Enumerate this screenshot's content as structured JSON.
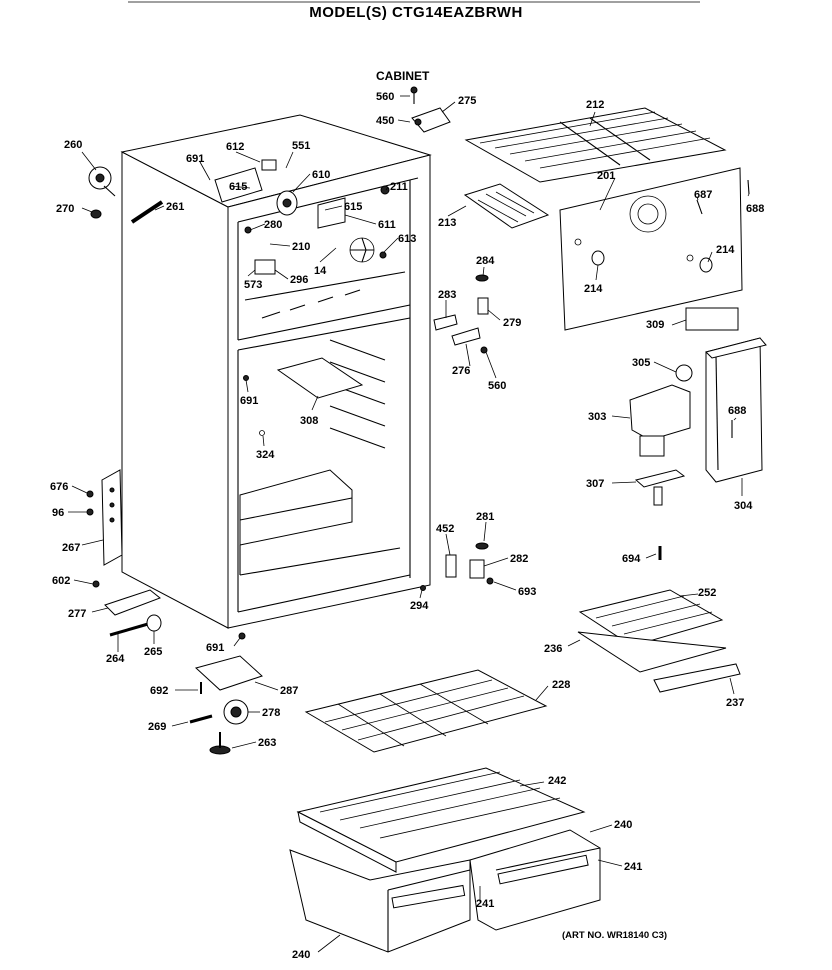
{
  "header": {
    "model": "MODEL(S) CTG14EAZBRWH",
    "section": "CABINET"
  },
  "footer": {
    "art_no": "(ART NO. WR18140 C3)"
  },
  "callouts": [
    {
      "id": "c560a",
      "text": "560"
    },
    {
      "id": "c275",
      "text": "275"
    },
    {
      "id": "c450",
      "text": "450"
    },
    {
      "id": "c212",
      "text": "212"
    },
    {
      "id": "c260",
      "text": "260"
    },
    {
      "id": "c612",
      "text": "612"
    },
    {
      "id": "c551",
      "text": "551"
    },
    {
      "id": "c691a",
      "text": "691"
    },
    {
      "id": "c610",
      "text": "610"
    },
    {
      "id": "c615a",
      "text": "615"
    },
    {
      "id": "c211",
      "text": "211"
    },
    {
      "id": "c270",
      "text": "270"
    },
    {
      "id": "c261",
      "text": "261"
    },
    {
      "id": "c615b",
      "text": "615"
    },
    {
      "id": "c611",
      "text": "611"
    },
    {
      "id": "c613",
      "text": "613"
    },
    {
      "id": "c280",
      "text": "280"
    },
    {
      "id": "c210",
      "text": "210"
    },
    {
      "id": "c14",
      "text": "14"
    },
    {
      "id": "c573",
      "text": "573"
    },
    {
      "id": "c296",
      "text": "296"
    },
    {
      "id": "c201",
      "text": "201"
    },
    {
      "id": "c687",
      "text": "687"
    },
    {
      "id": "c688a",
      "text": "688"
    },
    {
      "id": "c213",
      "text": "213"
    },
    {
      "id": "c214a",
      "text": "214"
    },
    {
      "id": "c214b",
      "text": "214"
    },
    {
      "id": "c284",
      "text": "284"
    },
    {
      "id": "c283",
      "text": "283"
    },
    {
      "id": "c279",
      "text": "279"
    },
    {
      "id": "c309",
      "text": "309"
    },
    {
      "id": "c276",
      "text": "276"
    },
    {
      "id": "c560b",
      "text": "560"
    },
    {
      "id": "c305",
      "text": "305"
    },
    {
      "id": "c691b",
      "text": "691"
    },
    {
      "id": "c308",
      "text": "308"
    },
    {
      "id": "c303",
      "text": "303"
    },
    {
      "id": "c688b",
      "text": "688"
    },
    {
      "id": "c324",
      "text": "324"
    },
    {
      "id": "c307",
      "text": "307"
    },
    {
      "id": "c304",
      "text": "304"
    },
    {
      "id": "c676",
      "text": "676"
    },
    {
      "id": "c96",
      "text": "96"
    },
    {
      "id": "c281",
      "text": "281"
    },
    {
      "id": "c452",
      "text": "452"
    },
    {
      "id": "c282",
      "text": "282"
    },
    {
      "id": "c267",
      "text": "267"
    },
    {
      "id": "c694",
      "text": "694"
    },
    {
      "id": "c602",
      "text": "602"
    },
    {
      "id": "c693",
      "text": "693"
    },
    {
      "id": "c294",
      "text": "294"
    },
    {
      "id": "c277",
      "text": "277"
    },
    {
      "id": "c252",
      "text": "252"
    },
    {
      "id": "c691c",
      "text": "691"
    },
    {
      "id": "c264",
      "text": "264"
    },
    {
      "id": "c265",
      "text": "265"
    },
    {
      "id": "c236",
      "text": "236"
    },
    {
      "id": "c692",
      "text": "692"
    },
    {
      "id": "c287",
      "text": "287"
    },
    {
      "id": "c228",
      "text": "228"
    },
    {
      "id": "c237",
      "text": "237"
    },
    {
      "id": "c269",
      "text": "269"
    },
    {
      "id": "c278",
      "text": "278"
    },
    {
      "id": "c263",
      "text": "263"
    },
    {
      "id": "c242",
      "text": "242"
    },
    {
      "id": "c240a",
      "text": "240"
    },
    {
      "id": "c241a",
      "text": "241"
    },
    {
      "id": "c241b",
      "text": "241"
    },
    {
      "id": "c240b",
      "text": "240"
    }
  ]
}
